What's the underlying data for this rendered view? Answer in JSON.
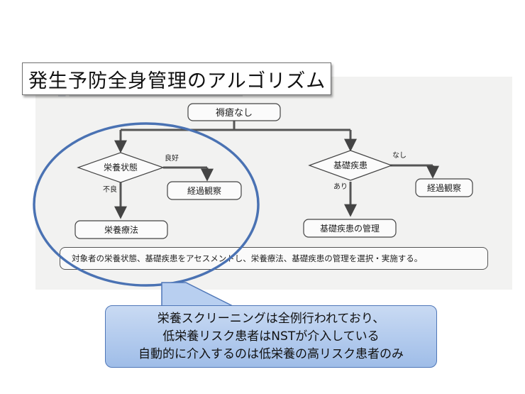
{
  "title": "発生予防全身管理のアルゴリズム",
  "flow": {
    "root": "褥瘡なし",
    "decision_left": "栄養状態",
    "decision_right": "基礎疾患",
    "label_good": "良好",
    "label_bad": "不良",
    "label_none": "なし",
    "label_yes": "あり",
    "observe_left": "経過観察",
    "observe_right": "経過観察",
    "nutrition_therapy": "栄養療法",
    "disease_management": "基礎疾患の管理"
  },
  "summary": "対象者の栄養状態、基礎疾患をアセスメントし、栄養療法、基礎疾患の管理を選択・実施する。",
  "callout": {
    "line1": "栄養スクリーニングは全例行われており、",
    "line2": "低栄養リスク患者はNSTが介入している",
    "line3": "自動的に介入するのは低栄養の高リスク患者のみ"
  },
  "colors": {
    "ellipse": "#4a72b3",
    "callout_top": "#c9daf3",
    "callout_bottom": "#9fbde8"
  }
}
